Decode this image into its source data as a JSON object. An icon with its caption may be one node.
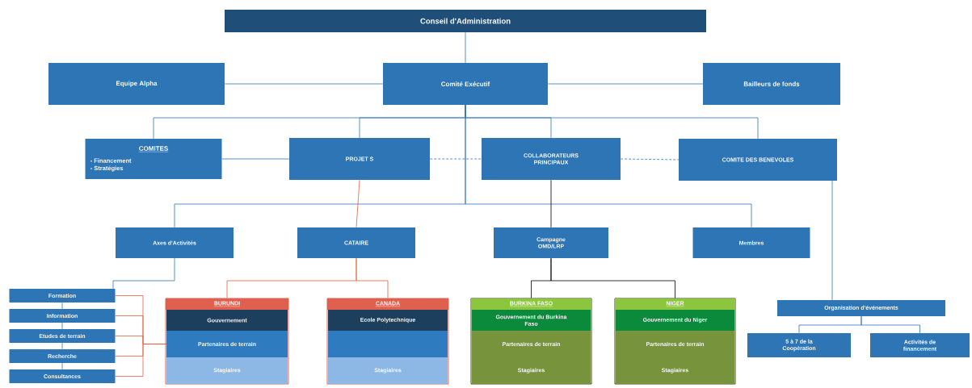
{
  "diagram": {
    "nodes": [
      {
        "text": [
          "Conseil d'Administration"
        ]
      },
      {
        "text": [
          "Equipe Alpha"
        ]
      },
      {
        "text": [
          "Comité Exécutif"
        ]
      },
      {
        "text": [
          "Bailleurs de fonds"
        ]
      },
      {
        "text": [
          "COMITES",
          "- Financement",
          "- Stratégies"
        ]
      },
      {
        "text": [
          "PROJET S"
        ]
      },
      {
        "text": [
          "COLLABORATEURS PRINCIPAUX"
        ]
      },
      {
        "text": [
          "COMITE DES BENEVOLES"
        ]
      },
      {
        "text": [
          "Axes d'Activités"
        ]
      },
      {
        "text": [
          "CATAIRE"
        ]
      },
      {
        "text": [
          "Campagne OMD/LRP"
        ]
      },
      {
        "text": [
          "Membres"
        ]
      },
      {
        "text": [
          "Formation"
        ]
      },
      {
        "text": [
          "Information"
        ]
      },
      {
        "text": [
          "Etudes de terrain"
        ]
      },
      {
        "text": [
          "Recherche"
        ]
      },
      {
        "text": [
          "Consultances"
        ]
      },
      {
        "text": [
          "BURUNDI"
        ]
      },
      {
        "text": [
          "Gouvernement"
        ],
        "in": 17
      },
      {
        "text": [
          "Partenaires de terrain"
        ],
        "in": 17
      },
      {
        "text": [
          "Stagiaires"
        ],
        "in": 17
      },
      {
        "text": [
          "CANADA"
        ]
      },
      {
        "text": [
          "Ecole Polytechnique"
        ],
        "in": 21
      },
      {
        "text": [],
        "shape": "box",
        "in": 21
      },
      {
        "text": [
          "Stagiaires"
        ],
        "in": 21
      },
      {
        "text": [
          "BURKINA FASO"
        ]
      },
      {
        "text": [
          "Gouvernement du Burkina Faso"
        ],
        "in": 25
      },
      {
        "text": [
          "Partenaires de terrain"
        ],
        "in": 25
      },
      {
        "text": [
          "Stagiaires"
        ],
        "in": 25
      },
      {
        "text": [
          "NIGER"
        ]
      },
      {
        "text": [
          "Gouvernement du Niger"
        ],
        "in": 29
      },
      {
        "text": [
          "Partenaires de terrain"
        ],
        "in": 29
      },
      {
        "text": [
          "Stagiaires"
        ],
        "in": 29
      },
      {
        "text": [
          "Organisation d'événements"
        ]
      },
      {
        "text": [
          "5 à 7 de la Coopération"
        ]
      },
      {
        "text": [
          "Activités de financement"
        ]
      }
    ],
    "edges": [
      {
        "from": 0,
        "to": 2,
        "arrow": "none"
      },
      {
        "from": 1,
        "to": 2,
        "arrow": "none"
      },
      {
        "from": 2,
        "to": 3,
        "arrow": "none"
      },
      {
        "from": 2,
        "to": 4,
        "arrow": "none"
      },
      {
        "from": 2,
        "to": 5,
        "arrow": "none"
      },
      {
        "from": 2,
        "to": 6,
        "arrow": "none"
      },
      {
        "from": 2,
        "to": 7,
        "arrow": "none"
      },
      {
        "from": 4,
        "to": 5,
        "arrow": "none"
      },
      {
        "from": 5,
        "to": 6,
        "arrow": "none",
        "style": "dashed"
      },
      {
        "from": 6,
        "to": 7,
        "arrow": "none",
        "style": "dashed"
      },
      {
        "from": 2,
        "to": 8,
        "arrow": "none"
      },
      {
        "from": 2,
        "to": 11,
        "arrow": "none"
      },
      {
        "from": 5,
        "to": 9,
        "arrow": "none",
        "color": "#e2603f"
      },
      {
        "from": 6,
        "to": 10,
        "arrow": "none",
        "color": "#000000"
      },
      {
        "from": 8,
        "to": 12,
        "arrow": "none"
      },
      {
        "from": 12,
        "to": 13,
        "arrow": "none"
      },
      {
        "from": 13,
        "to": 14,
        "arrow": "none"
      },
      {
        "from": 14,
        "to": 15,
        "arrow": "none"
      },
      {
        "from": 15,
        "to": 16,
        "arrow": "none"
      },
      {
        "from": 12,
        "to": 19,
        "arrow": "none",
        "color": "#e2603f"
      },
      {
        "from": 13,
        "to": 19,
        "arrow": "none",
        "color": "#e2603f"
      },
      {
        "from": 14,
        "to": 19,
        "arrow": "none",
        "color": "#e2603f"
      },
      {
        "from": 15,
        "to": 19,
        "arrow": "none",
        "color": "#e2603f"
      },
      {
        "from": 16,
        "to": 19,
        "arrow": "none",
        "color": "#e2603f"
      },
      {
        "from": 9,
        "to": 17,
        "arrow": "none",
        "color": "#e2603f"
      },
      {
        "from": 9,
        "to": 21,
        "arrow": "none",
        "color": "#e2603f"
      },
      {
        "from": 10,
        "to": 25,
        "arrow": "none",
        "color": "#000000"
      },
      {
        "from": 10,
        "to": 29,
        "arrow": "none",
        "color": "#000000"
      },
      {
        "from": 7,
        "to": 33,
        "arrow": "none"
      },
      {
        "from": 33,
        "to": 34,
        "arrow": "none"
      },
      {
        "from": 33,
        "to": 35,
        "arrow": "none"
      }
    ]
  }
}
